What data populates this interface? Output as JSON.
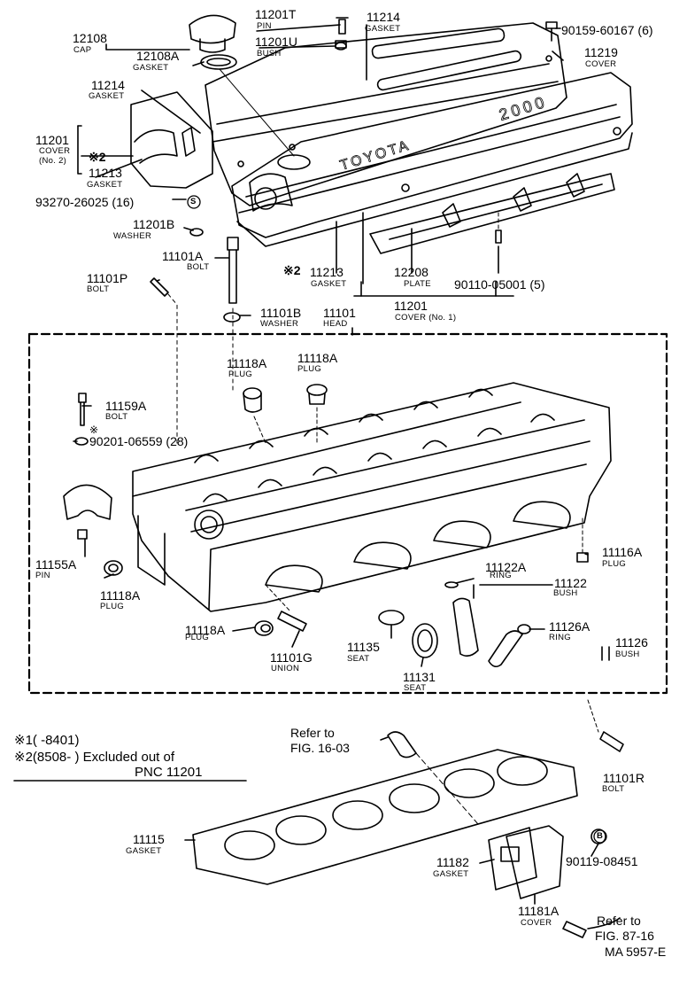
{
  "parts": [
    {
      "id": "cap_pn",
      "text": "12108"
    },
    {
      "id": "cap_nm",
      "text": "CAP"
    },
    {
      "id": "capg_pn",
      "text": "12108A"
    },
    {
      "id": "capg_nm",
      "text": "GASKET"
    },
    {
      "id": "pin_pn",
      "text": "11201T"
    },
    {
      "id": "pin_nm",
      "text": "PIN"
    },
    {
      "id": "bush_pn",
      "text": "11201U"
    },
    {
      "id": "bush_nm",
      "text": "BUSH"
    },
    {
      "id": "g11214a_pn",
      "text": "11214"
    },
    {
      "id": "g11214a_nm",
      "text": "GASKET"
    },
    {
      "id": "scr_pn",
      "text": "90159-60167 (6)"
    },
    {
      "id": "cov_pn",
      "text": "11219"
    },
    {
      "id": "cov_nm",
      "text": "COVER"
    },
    {
      "id": "g11214b_pn",
      "text": "11214"
    },
    {
      "id": "g11214b_nm",
      "text": "GASKET"
    },
    {
      "id": "cov2_pn",
      "text": "11201"
    },
    {
      "id": "cov2_nm1",
      "text": "COVER"
    },
    {
      "id": "cov2_nm2",
      "text": "(No. 2)"
    },
    {
      "id": "x2a",
      "text": "※2"
    },
    {
      "id": "g11213a_pn",
      "text": "11213"
    },
    {
      "id": "g11213a_nm",
      "text": "GASKET"
    },
    {
      "id": "n93270",
      "text": "93270-26025 (16)"
    },
    {
      "id": "n93270_s",
      "text": "S"
    },
    {
      "id": "w11201b_pn",
      "text": "11201B"
    },
    {
      "id": "w11201b_nm",
      "text": "WASHER"
    },
    {
      "id": "b11101a_pn",
      "text": "11101A"
    },
    {
      "id": "b11101a_nm",
      "text": "BOLT"
    },
    {
      "id": "b11101p_pn",
      "text": "11101P"
    },
    {
      "id": "b11101p_nm",
      "text": "BOLT"
    },
    {
      "id": "x2b",
      "text": "※2"
    },
    {
      "id": "g11213b_pn",
      "text": "11213"
    },
    {
      "id": "g11213b_nm",
      "text": "GASKET"
    },
    {
      "id": "pl_pn",
      "text": "12208"
    },
    {
      "id": "pl_nm",
      "text": "PLATE"
    },
    {
      "id": "n90110",
      "text": "90110-05001 (5)"
    },
    {
      "id": "cov1_pn",
      "text": "11201"
    },
    {
      "id": "cov1_nm",
      "text": "COVER (No. 1)"
    },
    {
      "id": "w11101b_pn",
      "text": "11101B"
    },
    {
      "id": "w11101b_nm",
      "text": "WASHER"
    },
    {
      "id": "hd_pn",
      "text": "11101"
    },
    {
      "id": "hd_nm",
      "text": "HEAD"
    },
    {
      "id": "p11118a1_pn",
      "text": "11118A"
    },
    {
      "id": "p11118a1_nm",
      "text": "PLUG"
    },
    {
      "id": "p11118a2_pn",
      "text": "11118A"
    },
    {
      "id": "p11118a2_nm",
      "text": "PLUG"
    },
    {
      "id": "b11159a_pn",
      "text": "11159A"
    },
    {
      "id": "b11159a_nm",
      "text": "BOLT"
    },
    {
      "id": "x90201",
      "text": "※"
    },
    {
      "id": "n90201",
      "text": "90201-06559 (28)"
    },
    {
      "id": "pin11155a_pn",
      "text": "11155A"
    },
    {
      "id": "pin11155a_nm",
      "text": "PIN"
    },
    {
      "id": "p11118a3_pn",
      "text": "11118A"
    },
    {
      "id": "p11118a3_nm",
      "text": "PLUG"
    },
    {
      "id": "p11118a4_pn",
      "text": "11118A"
    },
    {
      "id": "p11118a4_nm",
      "text": "PLUG"
    },
    {
      "id": "un_pn",
      "text": "11101G"
    },
    {
      "id": "un_nm",
      "text": "UNION"
    },
    {
      "id": "s11135_pn",
      "text": "11135"
    },
    {
      "id": "s11135_nm",
      "text": "SEAT"
    },
    {
      "id": "s11131_pn",
      "text": "11131"
    },
    {
      "id": "s11131_nm",
      "text": "SEAT"
    },
    {
      "id": "r11122a_pn",
      "text": "11122A"
    },
    {
      "id": "r11122a_nm",
      "text": "RING"
    },
    {
      "id": "b11122_pn",
      "text": "11122"
    },
    {
      "id": "b11122_nm",
      "text": "BUSH"
    },
    {
      "id": "p11116a_pn",
      "text": "11116A"
    },
    {
      "id": "p11116a_nm",
      "text": "PLUG"
    },
    {
      "id": "r11126a_pn",
      "text": "11126A"
    },
    {
      "id": "r11126a_nm",
      "text": "RING"
    },
    {
      "id": "b11126_pn",
      "text": "11126"
    },
    {
      "id": "b11126_nm",
      "text": "BUSH"
    },
    {
      "id": "b11101r_pn",
      "text": "11101R"
    },
    {
      "id": "b11101r_nm",
      "text": "BOLT"
    },
    {
      "id": "g11115_pn",
      "text": "11115"
    },
    {
      "id": "g11115_nm",
      "text": "GASKET"
    },
    {
      "id": "g11182_pn",
      "text": "11182"
    },
    {
      "id": "g11182_nm",
      "text": "GASKET"
    },
    {
      "id": "n90119",
      "text": "90119-08451"
    },
    {
      "id": "n90119_b",
      "text": "B"
    },
    {
      "id": "c11181a_pn",
      "text": "11181A"
    },
    {
      "id": "c11181a_nm",
      "text": "COVER"
    }
  ],
  "notes": {
    "legend1": "※1(      -8401)",
    "legend2": "※2(8508-        ) Excluded out of",
    "legend3": "PNC 11201",
    "ref16a": "Refer to",
    "ref16b": "FIG. 16-03",
    "ref87a": "Refer to",
    "ref87b": "FIG. 87-16",
    "code": "MA 5957-E"
  },
  "cover_text": {
    "brand": "TOYOTA",
    "model": "2000"
  }
}
